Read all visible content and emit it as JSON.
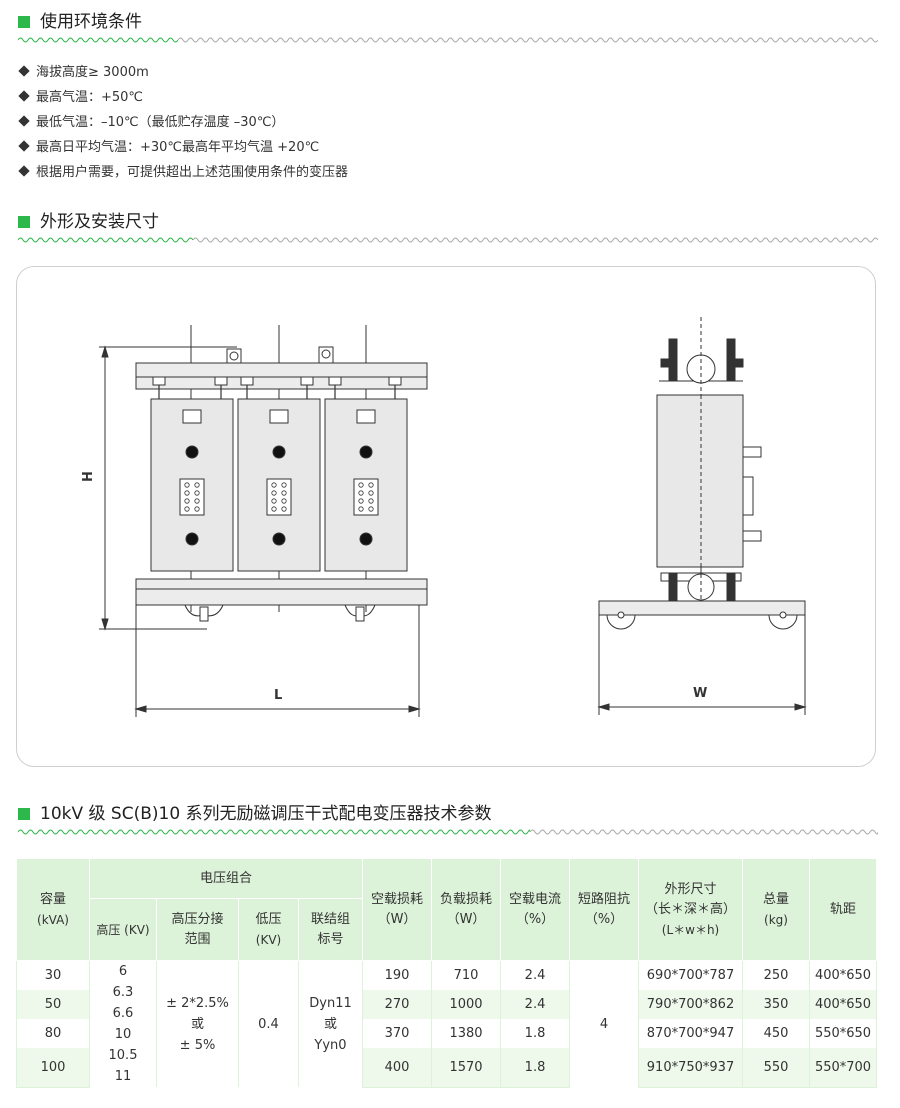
{
  "sections": {
    "conditions": {
      "title": "使用环境条件"
    },
    "dimensions": {
      "title": "外形及安装尺寸"
    },
    "specs": {
      "title": "10kV 级 SC(B)10 系列无励磁调压干式配电变压器技术参数"
    }
  },
  "conditions": [
    "海拔高度≥ 3000m",
    "最高气温：+50℃",
    "最低气温：–10℃（最低贮存温度 –30℃）",
    "最高日平均气温：+30℃最高年平均气温 +20℃",
    "根据用户需要，可提供超出上述范围使用条件的变压器"
  ],
  "diagram": {
    "label_h": "H",
    "label_l": "L",
    "label_w": "W"
  },
  "table": {
    "headers": {
      "capacity": "容量",
      "capacity_unit": "(kVA)",
      "voltage_group": "电压组合",
      "hv": "高压 (KV)",
      "tap_range_1": "高压分接",
      "tap_range_2": "范围",
      "lv_1": "低压",
      "lv_2": "(KV)",
      "vector_1": "联结组",
      "vector_2": "标号",
      "no_load_loss_1": "空载损耗",
      "no_load_loss_2": "（W）",
      "load_loss_1": "负载损耗",
      "load_loss_2": "（W）",
      "no_load_current_1": "空载电流",
      "no_load_current_2": "（%）",
      "impedance_1": "短路阻抗",
      "impedance_2": "（%）",
      "dims_1": "外形尺寸",
      "dims_2": "（长＊深＊高）",
      "dims_3": "(L＊w＊h)",
      "weight_1": "总量",
      "weight_2": "(kg)",
      "gauge": "轨距"
    },
    "hv_values": [
      "6",
      "6.3",
      "6.6",
      "10",
      "10.5",
      "11"
    ],
    "tap_range": [
      "± 2*2.5%",
      "或",
      "± 5%"
    ],
    "lv_value": "0.4",
    "vector_group": [
      "Dyn11",
      "或",
      "Yyn0"
    ],
    "impedance": "4",
    "rows": [
      {
        "capacity": "30",
        "no_load_loss": "190",
        "load_loss": "710",
        "no_load_current": "2.4",
        "dims": "690*700*787",
        "weight": "250",
        "gauge": "400*650"
      },
      {
        "capacity": "50",
        "no_load_loss": "270",
        "load_loss": "1000",
        "no_load_current": "2.4",
        "dims": "790*700*862",
        "weight": "350",
        "gauge": "400*650"
      },
      {
        "capacity": "80",
        "no_load_loss": "370",
        "load_loss": "1380",
        "no_load_current": "1.8",
        "dims": "870*700*947",
        "weight": "450",
        "gauge": "550*650"
      },
      {
        "capacity": "100",
        "no_load_loss": "400",
        "load_loss": "1570",
        "no_load_current": "1.8",
        "dims": "910*750*937",
        "weight": "550",
        "gauge": "550*700"
      }
    ]
  },
  "colors": {
    "accent_green": "#2db84b",
    "header_bg": "#dcf3d9",
    "row_alt_bg": "#eef9ec"
  }
}
